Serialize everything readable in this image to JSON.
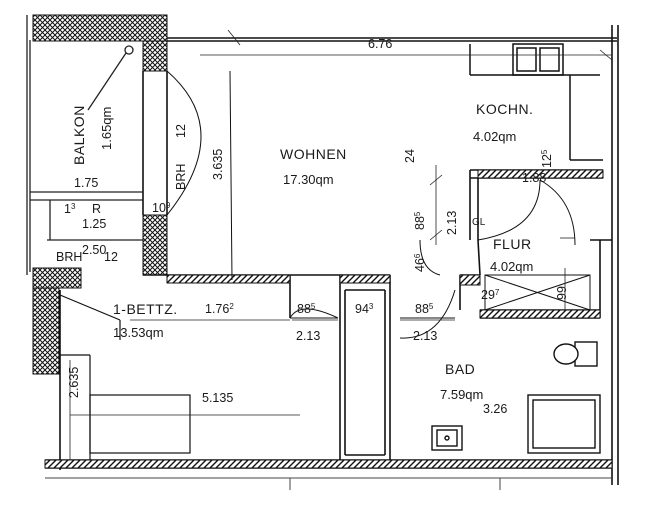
{
  "rooms": {
    "balkon": {
      "name": "BALKON",
      "area": "1.65qm"
    },
    "wohnen": {
      "name": "WOHNEN",
      "area": "17.30qm"
    },
    "kochn": {
      "name": "KOCHN.",
      "area": "4.02qm"
    },
    "flur": {
      "name": "FLUR",
      "area": "4.02qm"
    },
    "bettz": {
      "name": "1-BETTZ.",
      "area": "13.53qm"
    },
    "bad": {
      "name": "BAD",
      "area": "7.59qm"
    }
  },
  "labels": {
    "brh": "BRH",
    "brh2": "BRH",
    "gl": "GL",
    "r": "R"
  },
  "dimensions": {
    "top_width": "6.76",
    "balkon_w1": "1.75",
    "balkon_w2": "1.25",
    "balkon_w3": "2.50",
    "door_12": "12",
    "wall_3635": "3.635",
    "d_24": "24",
    "d_213a": "2.13",
    "d_885a": "88",
    "d_885a_sup": "5",
    "d_466": "46",
    "d_466_sup": "6",
    "d_188": "1.88",
    "d_125b": "12",
    "d_125b_sup": "5",
    "d_13": "1",
    "d_13_sup": "3",
    "d_109": "10",
    "d_109_sup": "9",
    "d_12b": "12",
    "d_1762": "1.76",
    "d_1762_sup": "2",
    "d_885b": "88",
    "d_885b_sup": "5",
    "d_213b": "2.13",
    "d_943": "94",
    "d_943_sup": "3",
    "d_885c": "88",
    "d_885c_sup": "5",
    "d_213c": "2.13",
    "d_297": "29",
    "d_297_sup": "7",
    "d_99": "99",
    "d_2635": "2.635",
    "d_5135": "5.135",
    "d_326": "3.26"
  },
  "colors": {
    "line": "#1a1a1a",
    "hatch": "#333333"
  }
}
